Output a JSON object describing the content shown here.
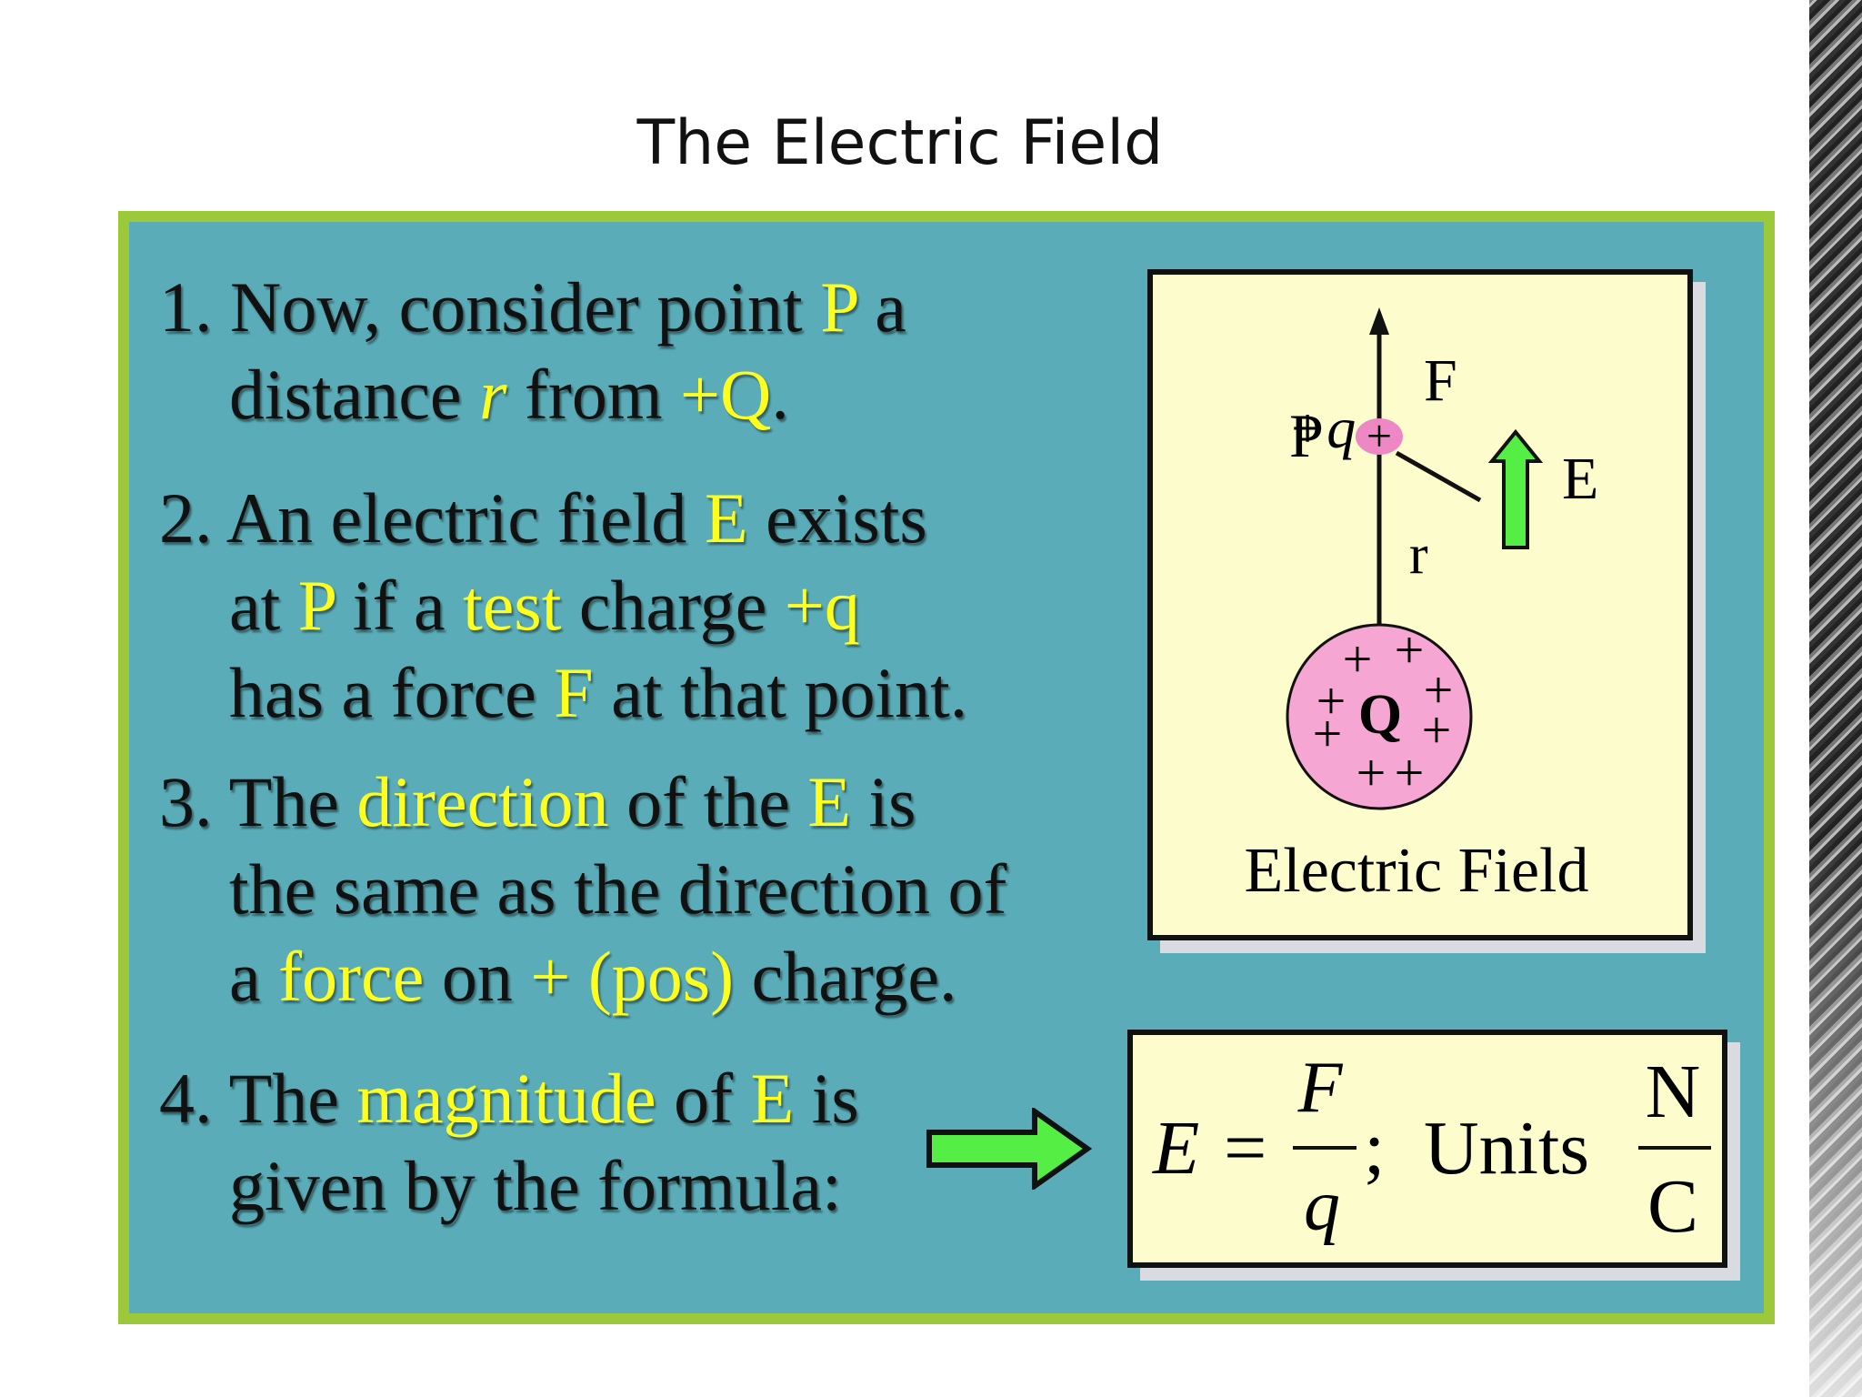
{
  "slide": {
    "title": "The Electric Field"
  },
  "items": [
    {
      "lines": [
        [
          {
            "t": "1. Now, consider point "
          },
          {
            "t": "P",
            "hl": true
          },
          {
            "t": " a"
          }
        ],
        [
          {
            "t": "distance "
          },
          {
            "t": "r",
            "hl": true,
            "it": true
          },
          {
            "t": " from "
          },
          {
            "t": "+Q",
            "hl": true
          },
          {
            "t": "."
          }
        ]
      ]
    },
    {
      "lines": [
        [
          {
            "t": "2. An electric field "
          },
          {
            "t": "E",
            "hl": true
          },
          {
            "t": " exists"
          }
        ],
        [
          {
            "t": "at "
          },
          {
            "t": "P",
            "hl": true
          },
          {
            "t": " if a "
          },
          {
            "t": "test",
            "hl": true
          },
          {
            "t": " charge "
          },
          {
            "t": "+q",
            "hl": true
          }
        ],
        [
          {
            "t": "has a force "
          },
          {
            "t": "F",
            "hl": true
          },
          {
            "t": " at that point."
          }
        ]
      ]
    },
    {
      "lines": [
        [
          {
            "t": "3. The "
          },
          {
            "t": "direction",
            "hl": true
          },
          {
            "t": " of the "
          },
          {
            "t": "E",
            "hl": true
          },
          {
            "t": " is"
          }
        ],
        [
          {
            "t": "the same as the direction of"
          }
        ],
        [
          {
            "t": "a "
          },
          {
            "t": "force",
            "hl": true
          },
          {
            "t": " on "
          },
          {
            "t": "+ (pos)",
            "hl": true
          },
          {
            "t": " charge."
          }
        ]
      ]
    },
    {
      "lines": [
        [
          {
            "t": "4. The "
          },
          {
            "t": "magnitude",
            "hl": true
          },
          {
            "t": " of "
          },
          {
            "t": "E",
            "hl": true
          },
          {
            "t": " is"
          }
        ],
        [
          {
            "t": "given by the formula:"
          }
        ]
      ]
    }
  ],
  "diagram": {
    "force_label": "F",
    "field_label": "E",
    "distance_label": "r",
    "point_label": "P",
    "test_charge_label": "+q",
    "test_charge_sign": "+",
    "source_charge_label": "Q",
    "source_charge_sign": "+",
    "caption": "Electric Field",
    "colors": {
      "charge_fill": "#f6a6d2",
      "test_charge_fill": "#ee88c4",
      "arrow_fill": "#55ee44",
      "box_fill": "#fdfccc"
    }
  },
  "formula": {
    "lhs": "E",
    "equals": "=",
    "numerator": "F",
    "denominator": "q",
    "separator": ";",
    "units_label": "Units",
    "units_numerator": "N",
    "units_denominator": "C"
  },
  "pointer_icon": "right-arrow-icon",
  "colors": {
    "panel_bg": "#5aadb8",
    "panel_border": "#9cc93a",
    "highlight": "#ffff1e"
  }
}
